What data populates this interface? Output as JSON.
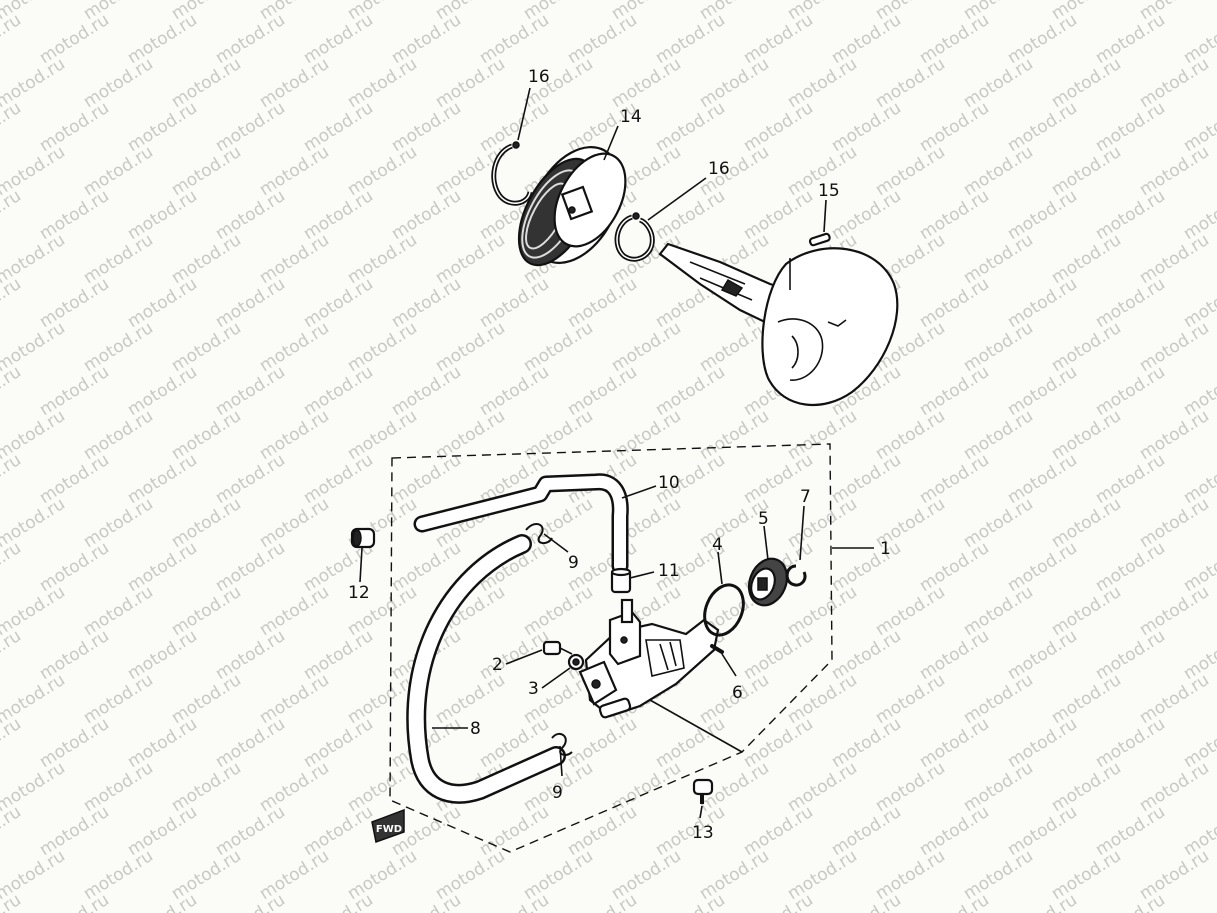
{
  "diagram": {
    "watermark_text": "motod.ru",
    "callouts": {
      "c1": "1",
      "c2": "2",
      "c3": "3",
      "c4": "4",
      "c5": "5",
      "c6": "6",
      "c7": "7",
      "c8": "8",
      "c9a": "9",
      "c9b": "9",
      "c10": "10",
      "c11": "11",
      "c12": "12",
      "c13": "13",
      "c14": "14",
      "c15": "15",
      "c16a": "16",
      "c16b": "16"
    },
    "front_marker": "FWD"
  }
}
